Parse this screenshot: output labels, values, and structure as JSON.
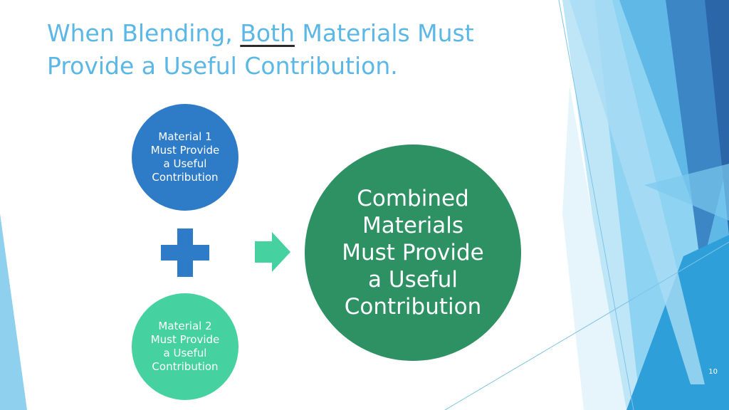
{
  "slide": {
    "title_line1_pre": "When Blending, ",
    "title_line1_underlined": "Both",
    "title_line1_post": " Materials Must",
    "title_line2": "Provide a Useful Contribution.",
    "slide_number": "10"
  },
  "diagram": {
    "material1": [
      "Material 1",
      "Must Provide",
      "a Useful",
      "Contribution"
    ],
    "material2": [
      "Material 2",
      "Must Provide",
      "a Useful",
      "Contribution"
    ],
    "combined": [
      "Combined",
      "Materials",
      "Must Provide",
      "a Useful",
      "Contribution"
    ],
    "operator_icon": "plus-icon",
    "result_icon": "arrow-right-icon"
  },
  "colors": {
    "title": "#5bb7e6",
    "material1_fill": "#2e7bc7",
    "material2_fill": "#45d1a0",
    "combined_fill": "#2e9163",
    "plus_fill": "#2e7bc7",
    "arrow_fill": "#45d1a0"
  }
}
